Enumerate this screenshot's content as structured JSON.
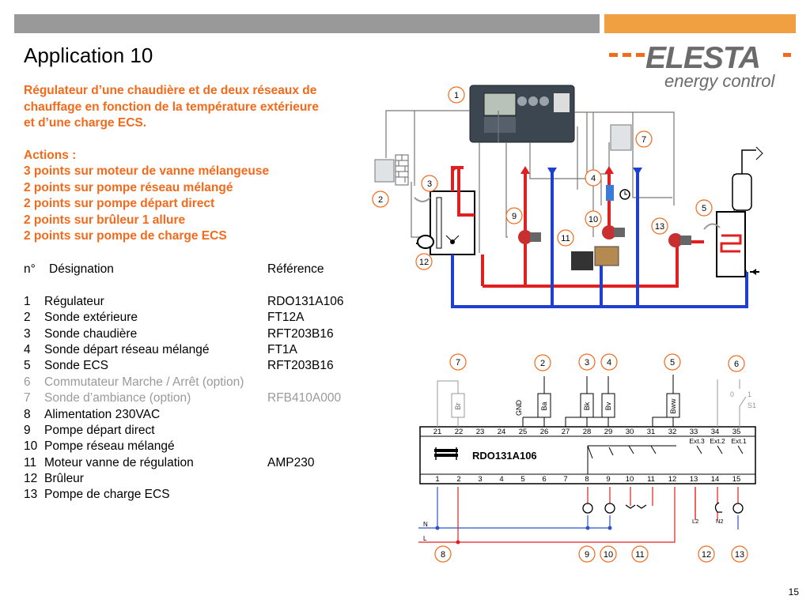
{
  "slide": {
    "title": "Application 10",
    "page_number": "15"
  },
  "logo": {
    "brand": "ELESTA",
    "tagline": "energy control",
    "brand_color": "#6b6b6b",
    "accent_color": "#f26a1b"
  },
  "description": {
    "lines": [
      "Régulateur d’une chaudière et de deux réseaux de",
      "chauffage en fonction de la température extérieure",
      "et d’une charge ECS."
    ],
    "actions_title": "Actions :",
    "actions": [
      "3 points sur moteur de vanne mélangeuse",
      "2 points sur pompe réseau mélangé",
      "2 points sur pompe départ direct",
      "2 points sur brûleur 1 allure",
      "2 points sur pompe de charge ECS"
    ]
  },
  "table": {
    "headers": {
      "n": "n°",
      "designation": "Désignation",
      "reference": "Référence"
    },
    "rows": [
      {
        "n": "1",
        "designation": "Régulateur",
        "reference": "RDO131A106",
        "optional": false
      },
      {
        "n": "2",
        "designation": "Sonde extérieure",
        "reference": "FT12A",
        "optional": false
      },
      {
        "n": "3",
        "designation": "Sonde chaudière",
        "reference": "RFT203B16",
        "optional": false
      },
      {
        "n": "4",
        "designation": "Sonde départ réseau mélangé",
        "reference": "FT1A",
        "optional": false
      },
      {
        "n": "5",
        "designation": "Sonde ECS",
        "reference": "RFT203B16",
        "optional": false
      },
      {
        "n": "6",
        "designation": "Commutateur Marche / Arrêt (option)",
        "reference": "",
        "optional": true
      },
      {
        "n": "7",
        "designation": "Sonde d’ambiance (option)",
        "reference": "RFB410A000",
        "optional": true
      },
      {
        "n": "8",
        "designation": "Alimentation 230VAC",
        "reference": "",
        "optional": false
      },
      {
        "n": "9",
        "designation": "Pompe départ direct",
        "reference": "",
        "optional": false
      },
      {
        "n": "10",
        "designation": "Pompe réseau mélangé",
        "reference": "",
        "optional": false
      },
      {
        "n": "11",
        "designation": "Moteur vanne de régulation",
        "reference": "AMP230",
        "optional": false
      },
      {
        "n": "12",
        "designation": "Brûleur",
        "reference": "",
        "optional": false
      },
      {
        "n": "13",
        "designation": "Pompe de charge ECS",
        "reference": "",
        "optional": false
      }
    ]
  },
  "hydraulic_diagram": {
    "callouts": [
      "1",
      "2",
      "3",
      "4",
      "5",
      "7",
      "9",
      "10",
      "11",
      "12",
      "13"
    ],
    "colors": {
      "supply": "#e02020",
      "return": "#1f3fd0",
      "callout_border": "#f26a1b"
    }
  },
  "wiring_diagram": {
    "controller_model": "RDO131A106",
    "top_terminals": [
      "21",
      "22",
      "23",
      "24",
      "25",
      "26",
      "27",
      "28",
      "29",
      "30",
      "31",
      "32",
      "33",
      "34",
      "35"
    ],
    "bottom_terminals": [
      "1",
      "2",
      "3",
      "4",
      "5",
      "6",
      "7",
      "8",
      "9",
      "10",
      "11",
      "12",
      "13",
      "14",
      "15"
    ],
    "sensor_labels": [
      "Br",
      "GND",
      "Ba",
      "Bk",
      "Bv",
      "Bww"
    ],
    "ext_labels": [
      "Ext.3",
      "Ext.2",
      "Ext.1"
    ],
    "switch_labels": [
      "0",
      "1",
      "S1"
    ],
    "line_labels": {
      "neutral": "N",
      "live": "L",
      "l2": "L2",
      "n2": "N2"
    },
    "top_callouts": [
      "7",
      "2",
      "3",
      "4",
      "5",
      "6"
    ],
    "bottom_callouts": [
      "8",
      "9",
      "10",
      "11",
      "12",
      "13"
    ]
  }
}
